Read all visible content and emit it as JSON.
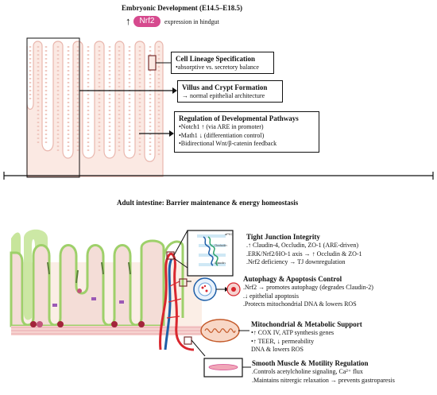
{
  "top": {
    "title": "Embryonic Development (E14.5–E18.5)",
    "arrow": "↑",
    "gene": "Nrf2",
    "gene_text": "expression in hindgut",
    "boxes": [
      {
        "title": "Cell Lineage Specification",
        "lines": [
          "•absorptive vs. secretory balance"
        ]
      },
      {
        "title": "Villus and Crypt Formation",
        "lines": [
          "→ normal epithelial architecture"
        ]
      },
      {
        "title": "Regulation of Developmental Pathways",
        "lines": [
          "•Notch1 ↑ (via ARE in promoter)",
          "•Math1 ↓ (differentiation control)",
          "•Bidirectional Wnt/β-catenin feedback"
        ]
      }
    ]
  },
  "bottom": {
    "title": "Adult intestine: Barrier maintenance & energy homeostasis",
    "sections": [
      {
        "title": "Tight Junction Integrity",
        "lines": [
          ".↑ Claudin-4, Occludin, ZO-1 (ARE-driven)",
          ".ERK/Nrf2/HO-1 axis → ↑ Occludin & ZO-1",
          ".Nrf2 deficiency → TJ downregulation"
        ]
      },
      {
        "title": "Autophagy & Apoptosis Control",
        "lines": [
          ".Nrf2 → promotes autophagy (degrades Claudin-2)",
          ".↓ epithelial apoptosis",
          ".Protects mitochondrial DNA & lowers ROS"
        ]
      },
      {
        "title": "Mitochondrial & Metabolic Support",
        "lines": [
          "•↑ COX IV, ATP synthesis genes",
          "•↑ TEER, ↓ permeability",
          "DNA & lowers ROS"
        ]
      },
      {
        "title": "Smooth Muscle & Motility Regulation",
        "lines": [
          ".Controls acetylcholine signaling, Ca²⁺ flux",
          ".Maintains nitrergic relaxation → prevents gastroparesis"
        ]
      }
    ],
    "tj_labels": [
      "aPKC",
      "Occludin",
      "Claudin"
    ]
  },
  "colors": {
    "nrf2": "#d64a8e",
    "villus": "#f5d6cf",
    "mucosa": "#c7e59b",
    "artery": "#d9262e",
    "vein": "#1f5fa8"
  }
}
